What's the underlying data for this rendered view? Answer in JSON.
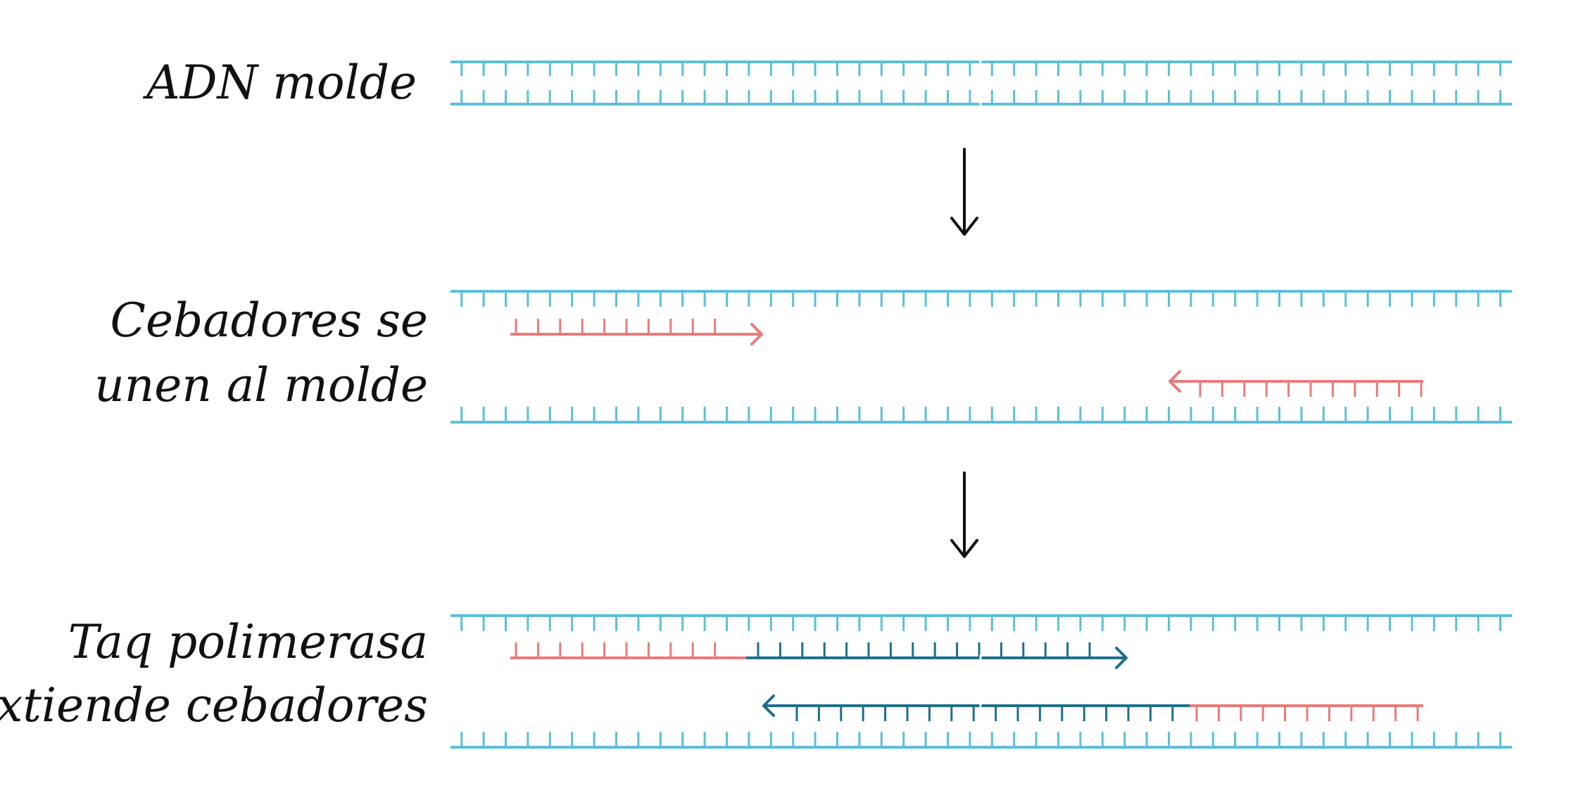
{
  "steps": [
    {
      "id": "template",
      "label_lines": [
        "ADN molde"
      ]
    },
    {
      "id": "annealing",
      "label_lines": [
        "Cebadores se",
        "unen al molde"
      ]
    },
    {
      "id": "extension",
      "label_lines": [
        "Taq polimerasa",
        "extiende cebadores"
      ]
    }
  ],
  "colors": {
    "template_strand": "#5bc0d8",
    "primer": "#e87b7b",
    "extension": "#1e6f8c",
    "arrow": "#111111",
    "text": "#111111"
  },
  "icons": {
    "step_arrow": "arrow-down-icon",
    "primer_direction": "arrowhead-icon"
  }
}
